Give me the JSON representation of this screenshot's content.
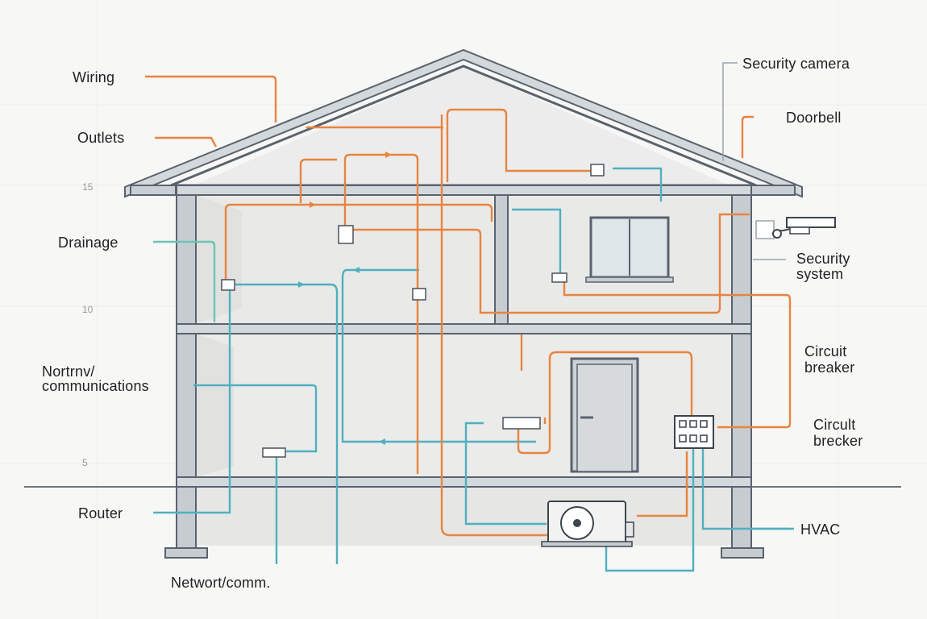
{
  "labels": {
    "wiring": "Wiring",
    "outlets": "Outlets",
    "drainage": "Drainage",
    "network_line1": "Nortrnv/",
    "network_line2": "communications",
    "router": "Router",
    "network_bottom": "Networt/comm.",
    "security_camera": "Security camera",
    "doorbell": "Doorbell",
    "security_system_line1": "Security",
    "security_system_line2": "system",
    "circuit_breaker_1_line1": "Circuit",
    "circuit_breaker_1_line2": "breaker",
    "circuit_breaker_2_line1": "Circult",
    "circuit_breaker_2_line2": "brecker",
    "hvac": "HVAC"
  },
  "scale_ticks": [
    "15",
    "10",
    "5"
  ],
  "colors": {
    "electrical": "#e8843f",
    "network": "#4fb0bf",
    "drainage": "#6cc3b4",
    "structure": "#59636e",
    "outline": "#9aa3ab"
  }
}
